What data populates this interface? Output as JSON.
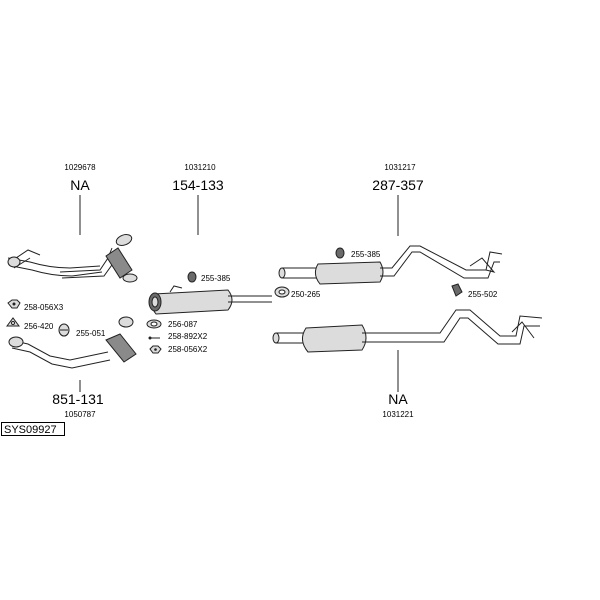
{
  "diagram": {
    "system_id": "SYS09927",
    "groups": [
      {
        "code": "1029678",
        "number": "NA"
      },
      {
        "code": "1031210",
        "number": "154-133"
      },
      {
        "code": "1031217",
        "number": "287-357"
      },
      {
        "code": "1050787",
        "number": "851-131"
      },
      {
        "code": "1031221",
        "number": "NA"
      }
    ],
    "parts": {
      "nut_1": "258-056X3",
      "gasket_1": "256-420",
      "clamp_1": "255-051",
      "hanger_1": "255-385",
      "gasket_2": "256-087",
      "bolt": "258-892X2",
      "nut_2": "258-056X2",
      "hanger_2": "255-385",
      "clamp_2": "250-265",
      "hanger_3": "255-502"
    }
  }
}
